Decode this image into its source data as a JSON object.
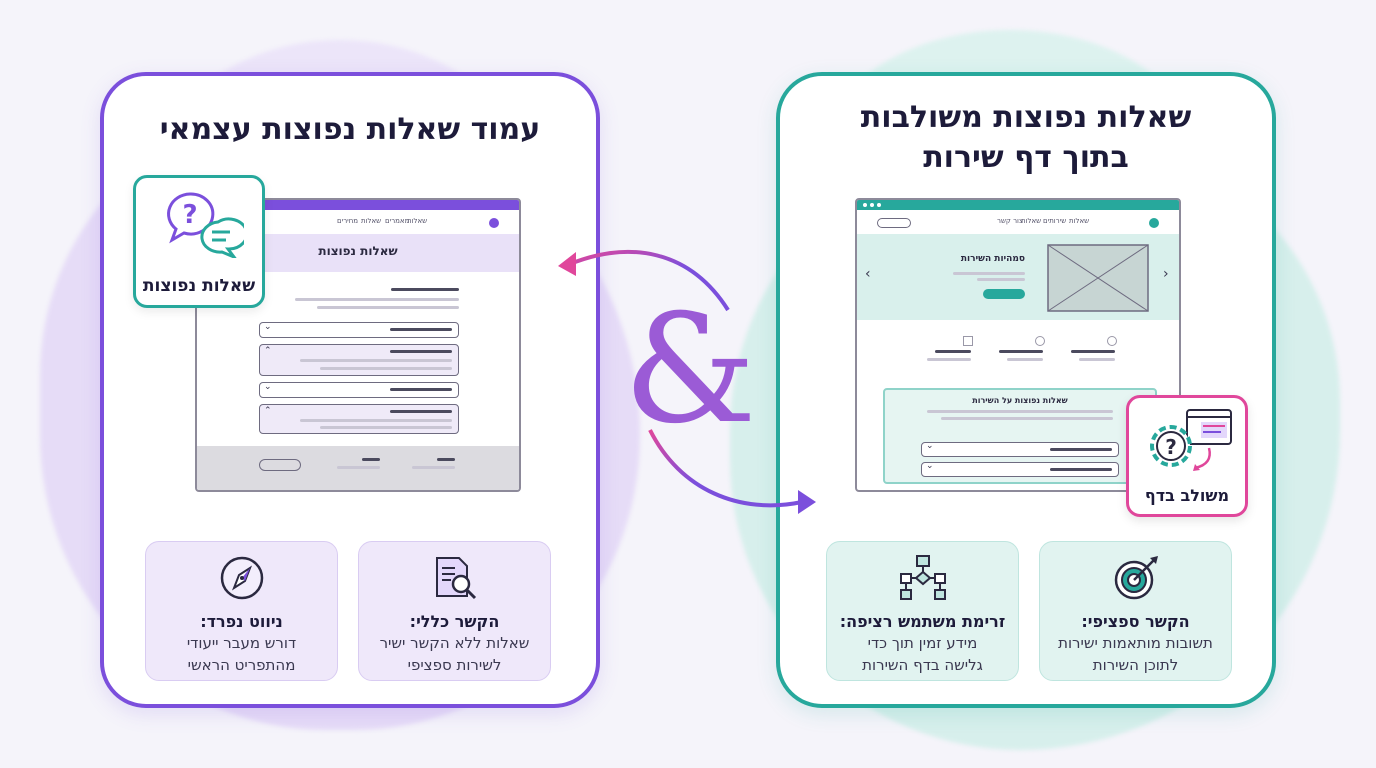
{
  "colors": {
    "purple": "#7b4fdc",
    "teal": "#27a89c",
    "pink": "#e0479b"
  },
  "left_panel": {
    "title": "עמוד שאלות נפוצות עצמאי",
    "badge_label": "שאלות נפוצות",
    "badge_icon": "question-chat-icon",
    "mock": {
      "nav_items": [
        "שאלות",
        "מאמרים",
        "שאלות",
        "מחירים"
      ],
      "banner_title": "שאלות נפוצות"
    },
    "cards": [
      {
        "icon": "document-search-icon",
        "heading": "הקשר כללי:",
        "lines": [
          "שאלות ללא הקשר ישיר",
          "לשירות ספציפי"
        ]
      },
      {
        "icon": "compass-icon",
        "heading": "ניווט נפרד:",
        "lines": [
          "דורש מעבר ייעודי",
          "מהתפריט הראשי"
        ]
      }
    ]
  },
  "right_panel": {
    "title_lines": [
      "שאלות נפוצות משולבות",
      "בתוך דף שירות"
    ],
    "badge_label": "משולב בדף",
    "badge_icon": "gear-question-icon",
    "mock": {
      "nav_items": [
        "שאלות",
        "שירותים",
        "שאלות",
        "צור קשר"
      ],
      "hero_title": "סמהיות השירות",
      "faq_title": "שאלות נפוצות על השירות"
    },
    "cards": [
      {
        "icon": "target-icon",
        "heading": "הקשר ספציפי:",
        "lines": [
          "תשובות מותאמות ישירות",
          "לתוכן השירות"
        ]
      },
      {
        "icon": "flow-diagram-icon",
        "heading": "זרימת משתמש רציפה:",
        "lines": [
          "מידע זמין תוך כדי",
          "גלישה בדף השירות"
        ]
      }
    ]
  },
  "center": {
    "symbol": "&"
  }
}
